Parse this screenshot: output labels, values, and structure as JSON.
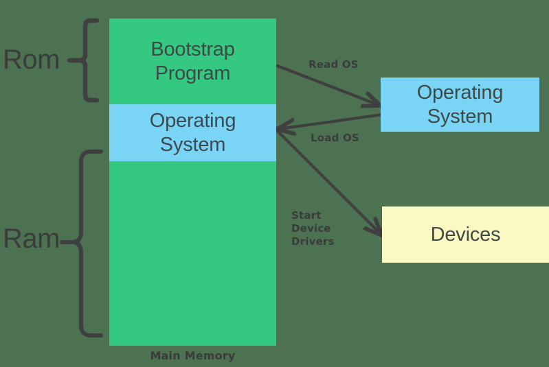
{
  "diagram": {
    "caption": "Main Memory",
    "colors": {
      "background": "#4c7252",
      "memory_green": "#35c880",
      "os_blue": "#79d4f5",
      "devices_yellow": "#fbf8c4",
      "ink": "#3b3b3b"
    },
    "braces": [
      {
        "id": "rom",
        "label": "Rom"
      },
      {
        "id": "ram",
        "label": "Ram"
      }
    ],
    "memory_segments": [
      {
        "id": "bootstrap",
        "line1": "Bootstrap",
        "line2": "Program",
        "fill": "#35c880"
      },
      {
        "id": "operating-system",
        "line1": "Operating",
        "line2": "System",
        "fill": "#79d4f5"
      },
      {
        "id": "free-space",
        "line1": "",
        "line2": "",
        "fill": "#35c880"
      }
    ],
    "boxes": [
      {
        "id": "operating-system-store",
        "line1": "Operating",
        "line2": "System",
        "fill": "#79d4f5"
      },
      {
        "id": "devices",
        "line1": "Devices",
        "line2": "",
        "fill": "#fbf8c4"
      }
    ],
    "arrows": [
      {
        "id": "read-os",
        "label": "Read OS",
        "from": "bootstrap-program",
        "to": "operating-system-store"
      },
      {
        "id": "load-os",
        "label": "Load OS",
        "from": "operating-system-store",
        "to": "main-memory"
      },
      {
        "id": "start-device-drivers",
        "label_line1": "Start",
        "label_line2": "Device",
        "label_line3": "Drivers",
        "from": "main-memory",
        "to": "devices"
      }
    ]
  }
}
